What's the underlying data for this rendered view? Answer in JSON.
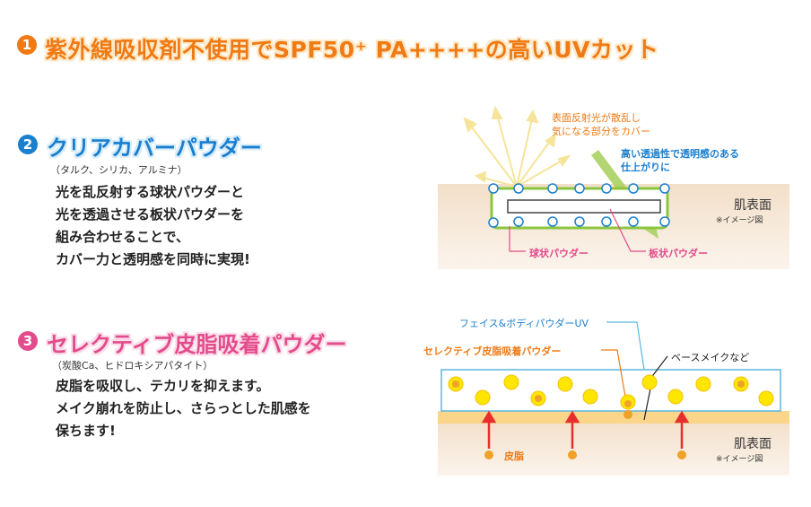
{
  "section1": {
    "number": "1",
    "title": "紫外線吸収剤不使用でSPF50⁺ PA++++の高いUVカット"
  },
  "section2": {
    "number": "2",
    "title": "クリアカバーパウダー",
    "subtitle": "（タルク、シリカ、アルミナ）",
    "body_lines": [
      "光を乱反射する球状パウダーと",
      "光を透過させる板状パウダーを",
      "組み合わせることで、",
      "カバー力と透明感を同時に実現!"
    ],
    "diagram": {
      "label_reflect_1": "表面反射光が散乱し",
      "label_reflect_2": "気になる部分をカバー",
      "label_transparent_1": "高い透過性で透明感のある",
      "label_transparent_2": "仕上がりに",
      "skin_label": "肌表面",
      "note": "※イメージ図",
      "label_spherical": "球状パウダー",
      "label_plate": "板状パウダー"
    }
  },
  "section3": {
    "number": "3",
    "title": "セレクティブ皮脂吸着パウダー",
    "subtitle": "（炭酸Ca、ヒドロキシアパタイト）",
    "body_lines": [
      "皮脂を吸収し、テカリを抑えます。",
      "メイク崩れを防止し、さらっとした肌感を",
      "保ちます!"
    ],
    "diagram": {
      "label_uv": "フェイス&ボディパウダーUV",
      "label_selective": "セレクティブ皮脂吸着パウダー",
      "label_base": "ベースメイクなど",
      "skin_label": "肌表面",
      "note": "※イメージ図",
      "sebum_label": "皮脂"
    }
  },
  "colors": {
    "orange": "#f07a14",
    "blue": "#1a7fcf",
    "pink": "#e34b8c",
    "green": "#8cc63f",
    "yellow": "#ffe600",
    "skin": "#f8e9d8"
  }
}
